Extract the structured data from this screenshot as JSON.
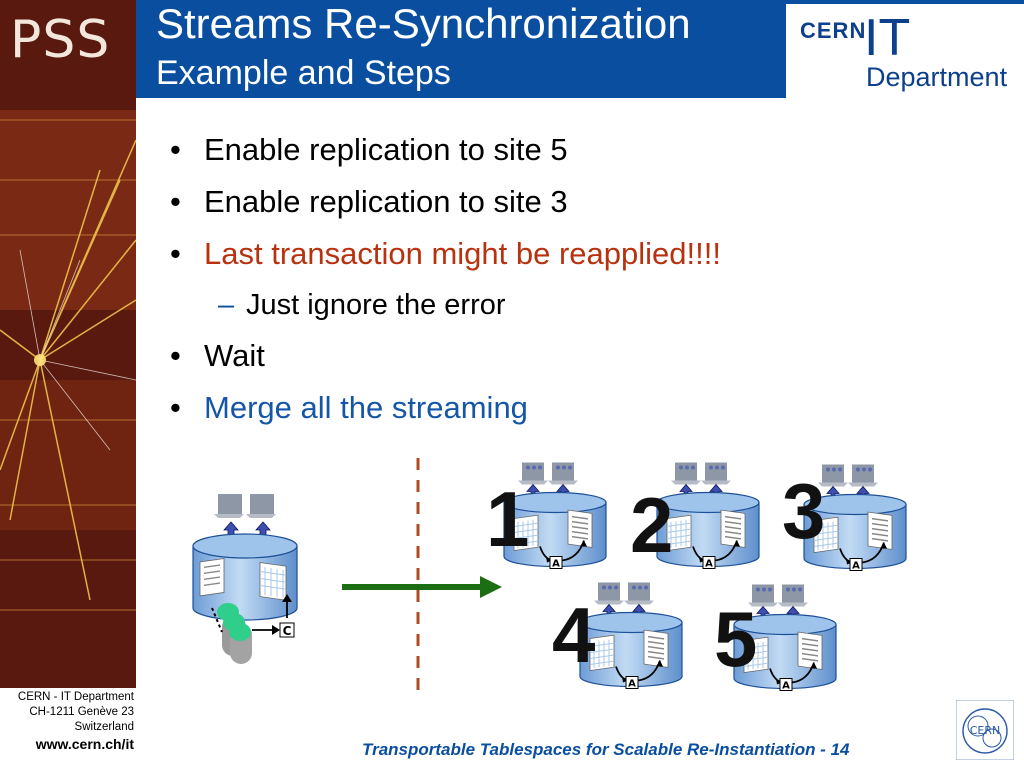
{
  "sidebar": {
    "logo_text": "PSS",
    "address_line1": "CERN - IT Department",
    "address_line2": "CH-1211 Genève 23",
    "address_line3": "Switzerland",
    "url": "www.cern.ch/it"
  },
  "header": {
    "title": "Streams Re-Synchronization",
    "subtitle": "Example and Steps",
    "logo": {
      "cern": "CERN",
      "it": "IT",
      "department": "Department"
    }
  },
  "bullets": [
    {
      "text": "Enable replication to site 5",
      "color": "#000000"
    },
    {
      "text": "Enable replication to site 3",
      "color": "#000000"
    },
    {
      "text": "Last transaction might be reapplied!!!!",
      "color": "#b8320f"
    },
    {
      "text": "Wait",
      "color": "#000000"
    },
    {
      "text": "Merge all the streaming",
      "color": "#1556a8"
    }
  ],
  "sub_bullet": {
    "text": "Just ignore the error"
  },
  "diagram": {
    "source_db": {
      "tag": "C"
    },
    "sites": [
      {
        "number": "1",
        "tag": "A"
      },
      {
        "number": "2",
        "tag": "A"
      },
      {
        "number": "3",
        "tag": "A"
      },
      {
        "number": "4",
        "tag": "A"
      },
      {
        "number": "5",
        "tag": "A"
      }
    ]
  },
  "footer": {
    "text": "Transportable Tablespaces for Scalable Re-Instantiation - 14"
  },
  "colors": {
    "header_bg": "#0a4ea0",
    "accent_red": "#b8320f",
    "accent_blue": "#1556a8",
    "arrow_green": "#1c6e12"
  }
}
